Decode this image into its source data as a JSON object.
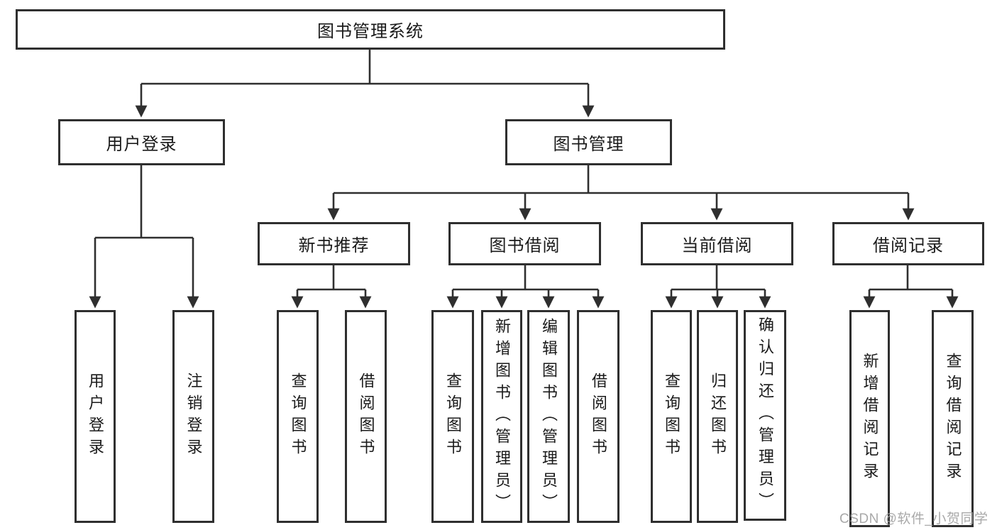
{
  "diagram": {
    "root": {
      "label": "图书管理系统"
    },
    "user": {
      "label": "用户登录",
      "children": [
        {
          "label": "用户登录"
        },
        {
          "label": "注销登录"
        }
      ]
    },
    "books": {
      "label": "图书管理",
      "groups": [
        {
          "label": "新书推荐",
          "children": [
            {
              "label": "查询图书"
            },
            {
              "label": "借阅图书"
            }
          ]
        },
        {
          "label": "图书借阅",
          "children": [
            {
              "label": "查询图书"
            },
            {
              "label": "新增图书（管理员）"
            },
            {
              "label": "编辑图书（管理员）"
            },
            {
              "label": "借阅图书"
            }
          ]
        },
        {
          "label": "当前借阅",
          "children": [
            {
              "label": "查询图书"
            },
            {
              "label": "归还图书"
            },
            {
              "label": "确认归还（管理员）"
            }
          ]
        },
        {
          "label": "借阅记录",
          "children": [
            {
              "label": "新增借阅记录"
            },
            {
              "label": "查询借阅记录"
            }
          ]
        }
      ]
    }
  },
  "watermark": {
    "text": "CSDN @软件_小贺同学"
  },
  "colors": {
    "line": "#2f2f2f",
    "text": "#1a1a1a",
    "background": "#ffffff",
    "watermark": "#a0a0a0"
  }
}
